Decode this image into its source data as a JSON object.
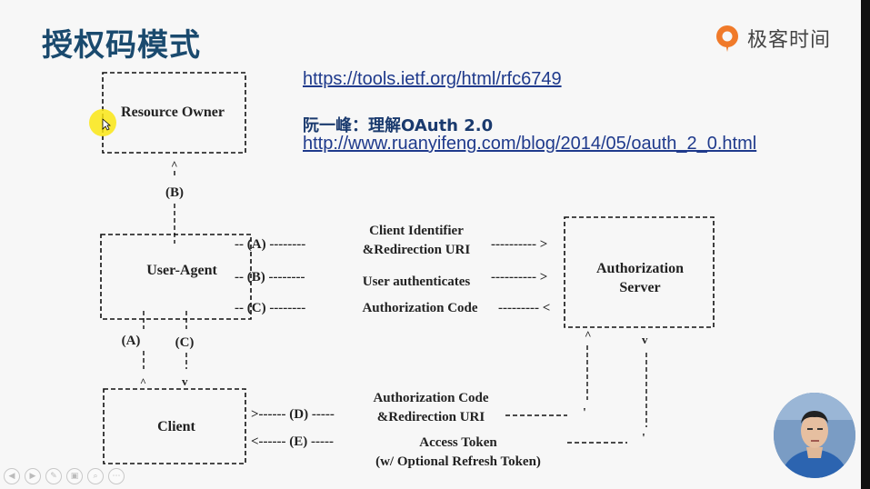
{
  "slide": {
    "title": "授权码模式",
    "logo_text": "极客时间",
    "links": {
      "rfc": "https://tools.ietf.org/html/rfc6749",
      "author": "阮一峰：理解OAuth 2.0",
      "blog": "http://www.ruanyifeng.com/blog/2014/05/oauth_2_0.html"
    }
  },
  "diagram": {
    "boxes": {
      "resource_owner": "Resource Owner",
      "user_agent": "User-Agent",
      "authorization_server_line1": "Authorization",
      "authorization_server_line2": "Server",
      "client": "Client"
    },
    "flows": {
      "b_vertical": "(B)",
      "a_left": "(A)",
      "c_left": "(C)",
      "a_ua": "-- (A) --------",
      "a_desc1": "Client Identifier",
      "a_desc2": "&Redirection URI",
      "a_tail": "---------- >",
      "b_ua": "-- (B) --------",
      "b_desc": "User authenticates",
      "b_tail": "---------- >",
      "c_ua": "-- (C) --------",
      "c_desc": "Authorization Code",
      "c_tail": "--------- <",
      "d_prefix": ">------ (D) -----",
      "d_desc1": "Authorization Code",
      "d_desc2": "&Redirection URI",
      "e_prefix": "<------ (E) -----",
      "e_desc1": "Access Token",
      "e_desc2": "(w/ Optional Refresh Token)",
      "caret_up": "^",
      "caret_down": "v",
      "tick": "'"
    }
  },
  "colors": {
    "title": "#1a4a6e",
    "link": "#1f3a8c",
    "logo_accent": "#f07a2a",
    "cursor_highlight": "#fae614"
  },
  "player_controls": [
    "prev-icon",
    "next-icon",
    "pen-icon",
    "slides-icon",
    "zoom-icon",
    "more-icon"
  ]
}
